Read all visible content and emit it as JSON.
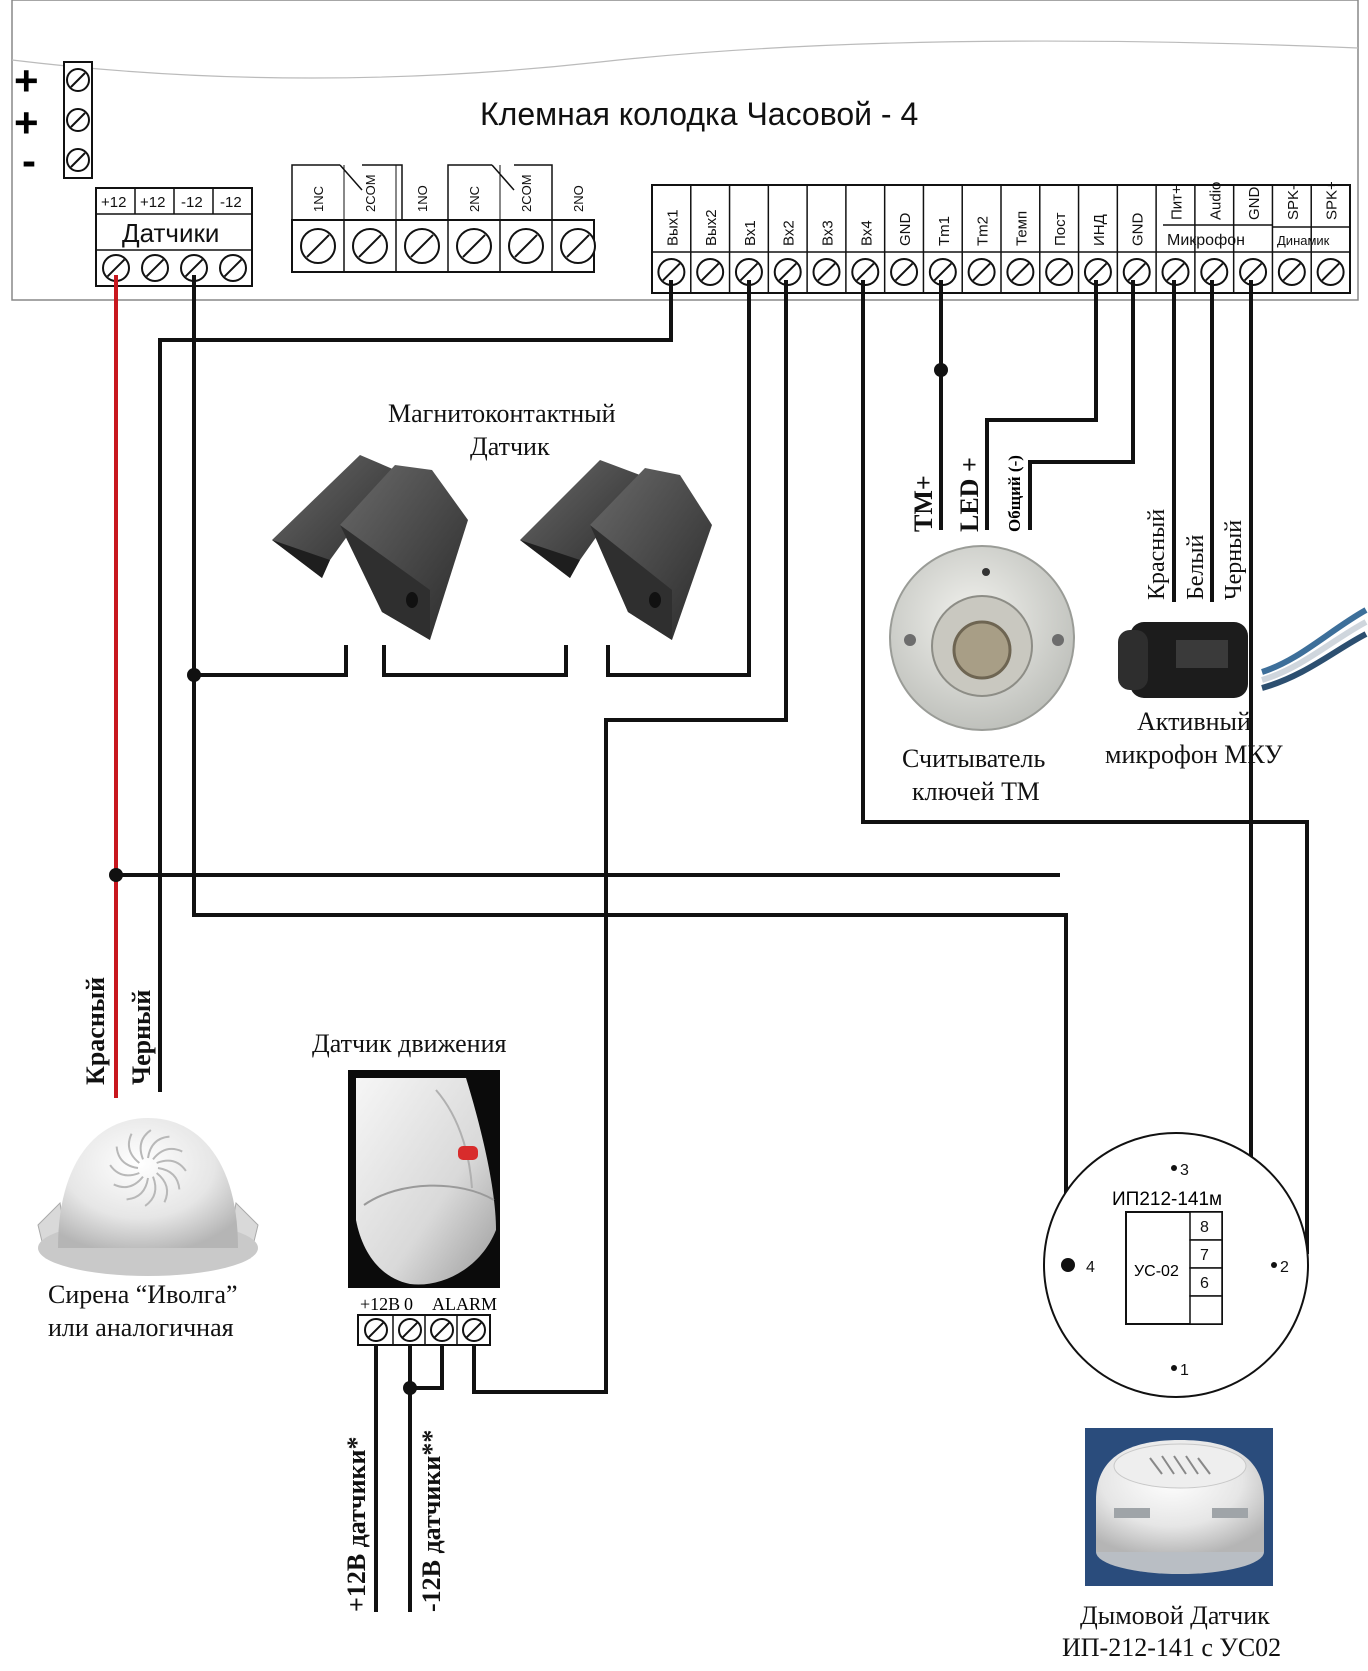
{
  "board": {
    "title": "Клемная колодка Часовой - 4",
    "power_terminals": [
      "+",
      "+",
      "-"
    ],
    "sensors_group": {
      "label": "Датчики",
      "terminals": [
        "+12",
        "+12",
        "-12",
        "-12"
      ]
    },
    "relay_terminals": [
      "1NC",
      "2COM",
      "1NO",
      "2NC",
      "2COM",
      "2NO"
    ],
    "main_terminals": [
      "Вых1",
      "Вых2",
      "Вх1",
      "Вх2",
      "Вх3",
      "Вх4",
      "GND",
      "Tm1",
      "Tm2",
      "Темп",
      "Пост",
      "ИНД",
      "GND",
      "Пит+",
      "Audio",
      "GND",
      "SPK-",
      "SPK+"
    ],
    "mic_group_label": "Микрофон",
    "speaker_group_label": "Динамик"
  },
  "magnetic_sensor": {
    "caption_line1": "Магнитоконтактный",
    "caption_line2": "Датчик"
  },
  "tm_reader": {
    "wire_labels": [
      "TM+",
      "LED +",
      "Общий (-)"
    ],
    "caption_line1": "Считыватель",
    "caption_line2": "ключей ТМ"
  },
  "microphone": {
    "wire_labels": [
      "Красный",
      "Белый",
      "Черный"
    ],
    "caption_line1": "Активный",
    "caption_line2": "микрофон МКУ"
  },
  "siren": {
    "wire_labels": [
      "Красный",
      "Черный"
    ],
    "caption_line1": "Сирена “Иволга”",
    "caption_line2": "или аналогичная"
  },
  "motion_sensor": {
    "caption": "Датчик движения",
    "terminal_labels": [
      "+12В",
      "0",
      "ALARM"
    ],
    "wire_labels": [
      "+12В датчики*",
      "-12В датчики**"
    ]
  },
  "smoke_detector": {
    "model": "ИП212-141м",
    "module": "УС-02",
    "module_pins": [
      "8",
      "7",
      "6"
    ],
    "base_points": [
      "3",
      "4",
      "2",
      "1"
    ],
    "caption_line1": "Дымовой Датчик",
    "caption_line2": "ИП-212-141 с УС02"
  }
}
